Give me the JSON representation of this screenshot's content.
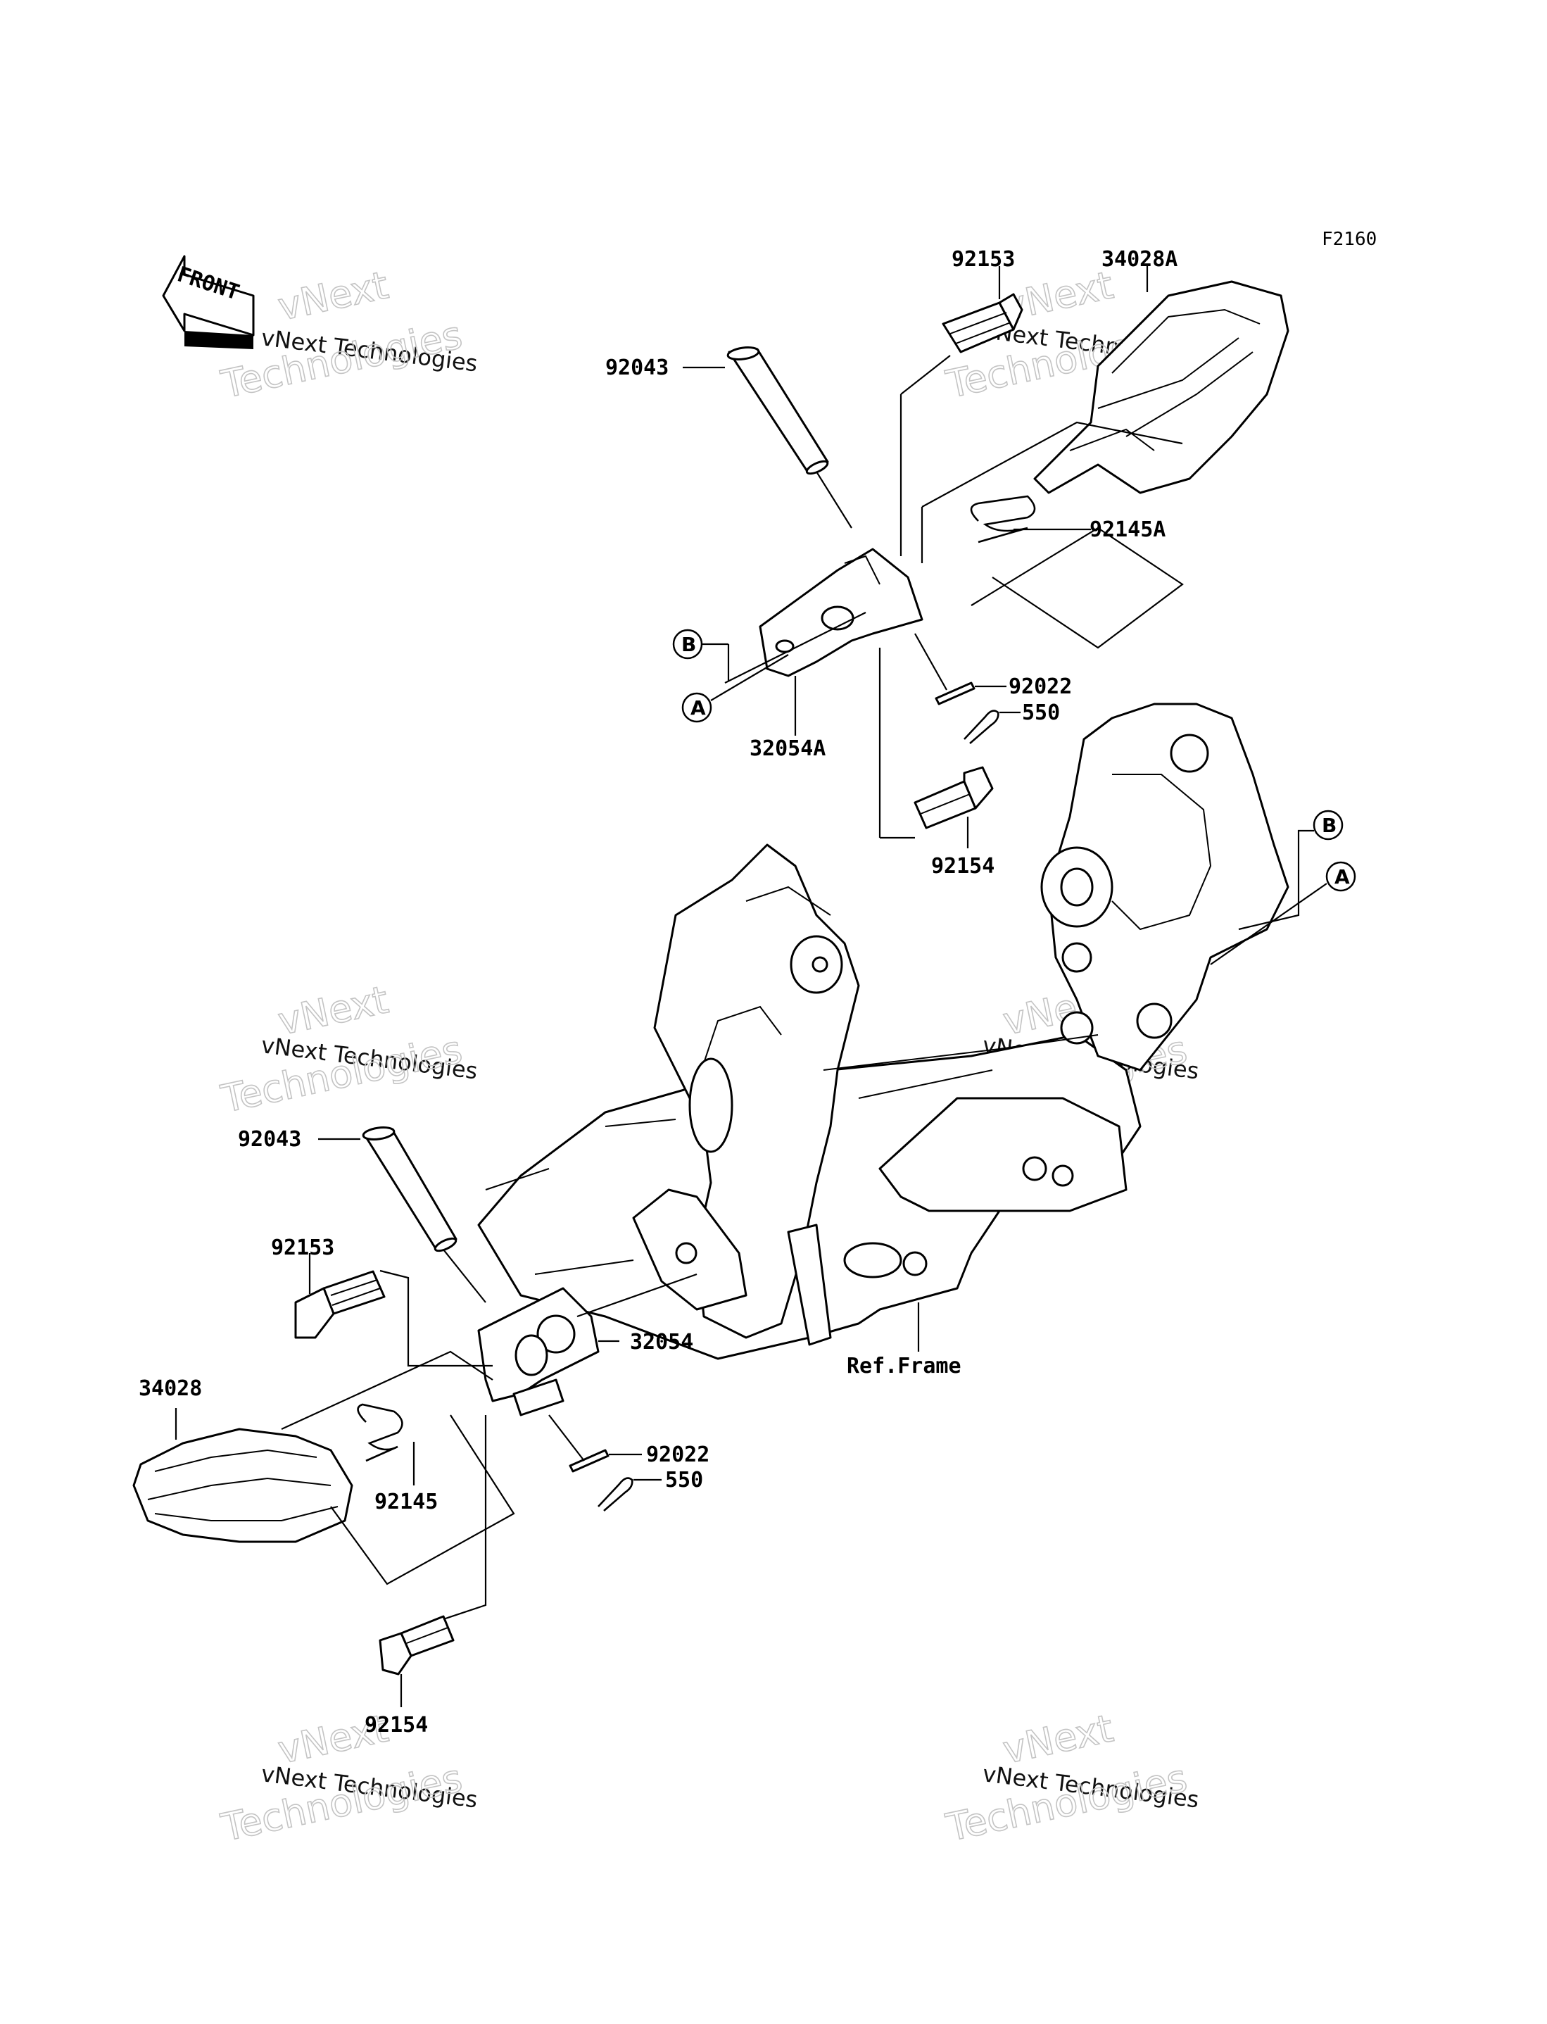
{
  "figure_code": "F2160",
  "front_label": "FRONT",
  "watermark": {
    "line1": "vNext Technologies",
    "line2": "vNext",
    "line3": "Technologies"
  },
  "callouts": [
    {
      "id": "upper-92153",
      "text": "92153"
    },
    {
      "id": "upper-34028A",
      "text": "34028A"
    },
    {
      "id": "upper-92043",
      "text": "92043"
    },
    {
      "id": "upper-92145A",
      "text": "92145A"
    },
    {
      "id": "upper-92022",
      "text": "92022"
    },
    {
      "id": "upper-550",
      "text": "550"
    },
    {
      "id": "upper-32054A",
      "text": "32054A"
    },
    {
      "id": "upper-92154",
      "text": "92154"
    },
    {
      "id": "lower-92043",
      "text": "92043"
    },
    {
      "id": "lower-92153",
      "text": "92153"
    },
    {
      "id": "lower-32054",
      "text": "32054"
    },
    {
      "id": "ref-frame",
      "text": "Ref.Frame"
    },
    {
      "id": "lower-34028",
      "text": "34028"
    },
    {
      "id": "lower-92022",
      "text": "92022"
    },
    {
      "id": "lower-550",
      "text": "550"
    },
    {
      "id": "lower-92145",
      "text": "92145"
    },
    {
      "id": "lower-92154",
      "text": "92154"
    }
  ],
  "reference_markers": {
    "a": "A",
    "b": "B"
  }
}
